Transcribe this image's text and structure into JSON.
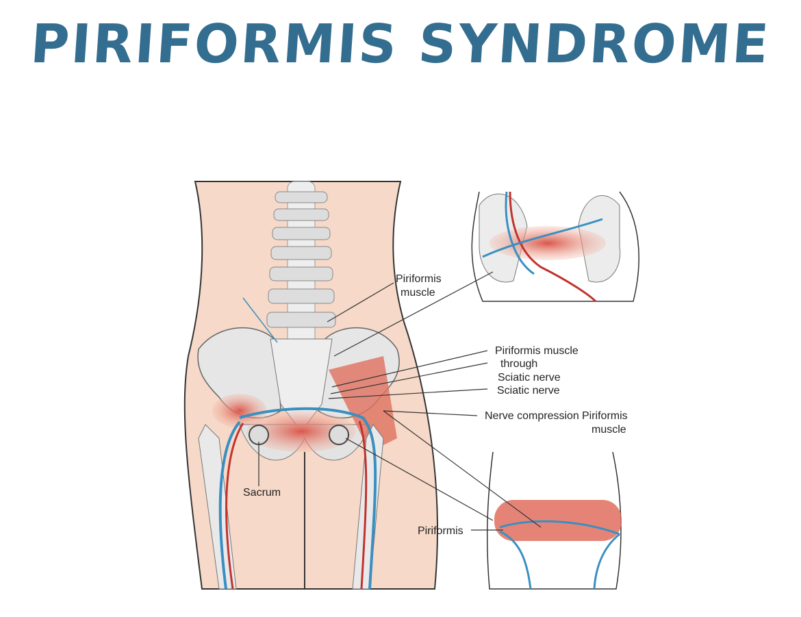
{
  "title": "PIRIFORMIS SYNDROME",
  "colors": {
    "title": "#336d8f",
    "skin": "#f6d9c8",
    "bone": "#e9e9e9",
    "muscle": "#d9574a",
    "nerve_blue": "#3a8fc0",
    "artery_red": "#c2322d"
  },
  "labels": {
    "piriformis_muscle_top": {
      "line1": "Piriformis",
      "line2": "muscle"
    },
    "piriformis_through": {
      "line1": "Piriformis muscle",
      "line2": "through"
    },
    "sciatic_nerve_1": "Sciatic nerve",
    "sciatic_nerve_2": "Sciatic nerve",
    "nerve_compression": {
      "line1": "Nerve compression",
      "line2": "Piriformis",
      "line3": "muscle"
    },
    "sacrum": "Sacrum",
    "piriformis_bottom": "Piriformis"
  }
}
